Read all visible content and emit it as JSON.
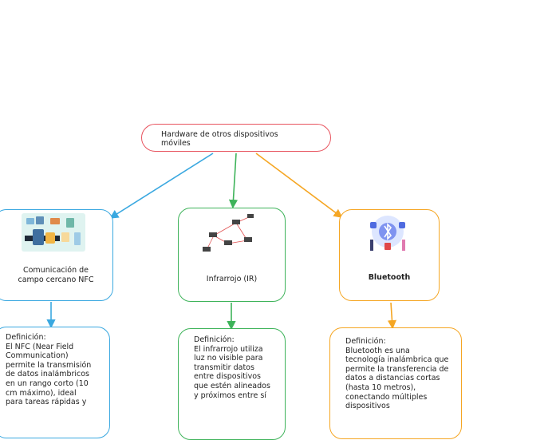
{
  "root": {
    "title": "Hardware de otros dispositivos móviles"
  },
  "topics": [
    {
      "label": "Comunicación de campo cercano NFC",
      "image_icon": "nfc-illustration-icon",
      "color": "#3aa8e0"
    },
    {
      "label": "Infrarrojo (IR)",
      "image_icon": "network-laptops-icon",
      "color": "#3eb35a"
    },
    {
      "label": "Bluetooth",
      "image_icon": "bluetooth-illustration-icon",
      "color": "#f5a623"
    }
  ],
  "definitions": [
    {
      "text": "Definición:\nEl NFC (Near Field Communication) permite la transmisión de datos inalámbricos en un rango corto (10 cm máximo), ideal para tareas rápidas y"
    },
    {
      "text": "Definición:\nEl infrarrojo utiliza luz no visible para transmitir datos entre dispositivos que estén alineados y próximos entre sí"
    },
    {
      "text": "Definición:\nBluetooth es una tecnología inalámbrica que permite la transferencia de datos a distancias cortas (hasta 10 metros), conectando múltiples dispositivos"
    }
  ]
}
